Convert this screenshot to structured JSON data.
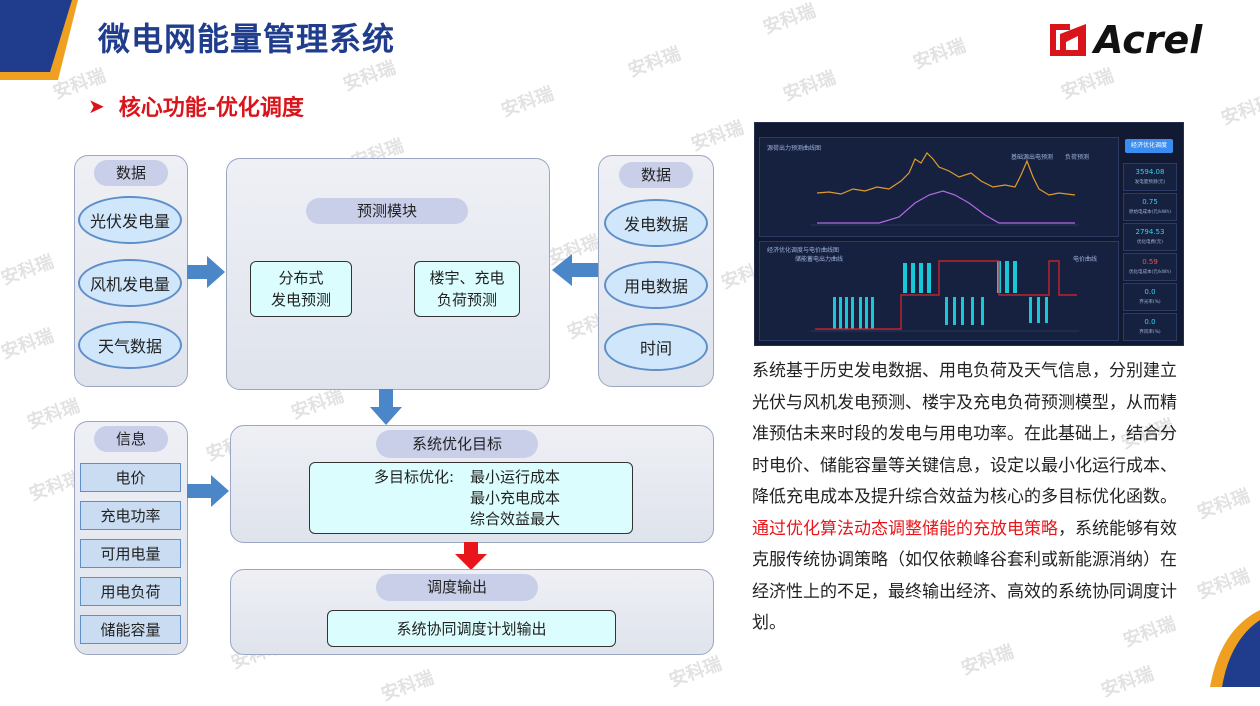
{
  "header": {
    "title": "微电网能量管理系统",
    "logo_text": "Acrel"
  },
  "subtitle": "核心功能-优化调度",
  "watermark": "安科瑞",
  "diagram": {
    "left_data": {
      "header": "数据",
      "items": [
        "光伏发电量",
        "风机发电量",
        "天气数据"
      ]
    },
    "prediction": {
      "header": "预测模块",
      "box1": "分布式\n发电预测",
      "box1_line1": "分布式",
      "box1_line2": "发电预测",
      "box2_line1": "楼宇、充电",
      "box2_line2": "负荷预测"
    },
    "right_data": {
      "header": "数据",
      "items": [
        "发电数据",
        "用电数据",
        "时间"
      ]
    },
    "info": {
      "header": "信息",
      "items": [
        "电价",
        "充电功率",
        "可用电量",
        "用电负荷",
        "储能容量"
      ]
    },
    "goal": {
      "header": "系统优化目标",
      "label": "多目标优化:",
      "lines": [
        "最小运行成本",
        "最小充电成本",
        "综合效益最大"
      ]
    },
    "output": {
      "header": "调度输出",
      "box": "系统协同调度计划输出"
    }
  },
  "dashboard": {
    "chart1_title": "源荷出力预测曲线图",
    "chart1_legend": [
      "基础源出电预测",
      "负荷预测"
    ],
    "chart2_title": "经济优化调度与电价曲线图",
    "chart2_legend": [
      "储能蓄电出力曲线",
      "电价曲线"
    ],
    "button": "经济优化调度",
    "stats": [
      {
        "value": "3594.08",
        "label": "发电量预测(元)"
      },
      {
        "value": "0.75",
        "label": "原始电成本(元/kWh)"
      },
      {
        "value": "2794.53",
        "label": "优化电费(元)"
      },
      {
        "value": "0.59",
        "label": "优化电成本(元/kWh)"
      },
      {
        "value": "0.0",
        "label": "弃光率(%)"
      },
      {
        "value": "0.0",
        "label": "弃风率(%)"
      }
    ],
    "colors": {
      "bg": "#121a33",
      "series_orange": "#e09a2c",
      "series_purple": "#b46ae6",
      "bars_cyan": "#18c8d6",
      "price_red": "#e0252a",
      "value_cyan": "#2fd3f0",
      "value_red": "#ff4d4d"
    }
  },
  "paragraph": {
    "part1": "系统基于历史发电数据、用电负荷及天气信息，分别建立光伏与风机发电预测、楼宇及充电负荷预测模型，从而精准预估未来时段的发电与用电功率。在此基础上，结合分时电价、储能容量等关键信息，设定以最小化运行成本、降低充电成本及提升综合效益为核心的多目标优化函数。",
    "highlight": "通过优化算法动态调整储能的充放电策略",
    "part2": "，系统能够有效克服传统协调策略（如仅依赖峰谷套利或新能源消纳）在经济性上的不足，最终输出经济、高效的系统协同调度计划。"
  },
  "colors": {
    "title": "#1f3d8c",
    "subtitle": "#d9141a",
    "accent_orange": "#f0a020",
    "accent_blue": "#1f3d8c"
  }
}
